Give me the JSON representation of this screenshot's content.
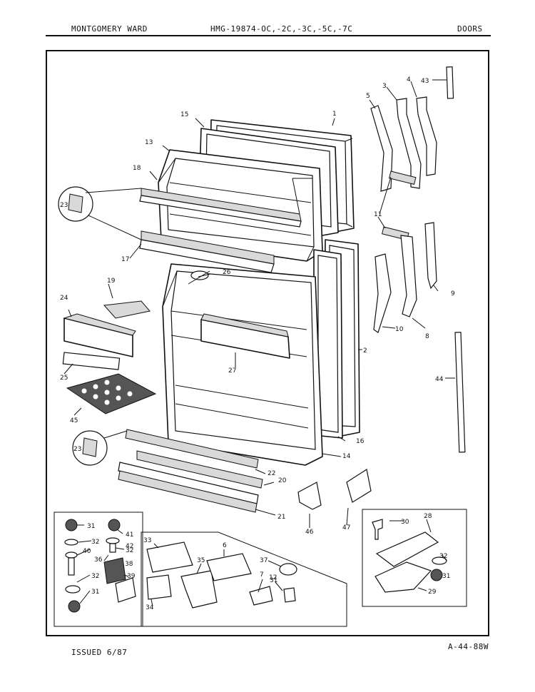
{
  "header": {
    "brand": "MONTGOMERY WARD",
    "model": "HMG-19874-OC,-2C,-3C,-5C,-7C",
    "section": "DOORS"
  },
  "footer": {
    "issued": "ISSUED 6/87",
    "code": "A-44-88W"
  },
  "callouts": [
    "1",
    "2",
    "3",
    "4",
    "5",
    "6",
    "7",
    "8",
    "9",
    "10",
    "11",
    "12",
    "13",
    "14",
    "15",
    "16",
    "17",
    "18",
    "19",
    "20",
    "21",
    "22",
    "23",
    "23",
    "24",
    "25",
    "26",
    "27",
    "28",
    "29",
    "30",
    "31",
    "31",
    "31",
    "31",
    "32",
    "32",
    "32",
    "32",
    "33",
    "34",
    "35",
    "36",
    "37",
    "38",
    "39",
    "40",
    "41",
    "42",
    "43",
    "44",
    "45",
    "46",
    "47"
  ]
}
